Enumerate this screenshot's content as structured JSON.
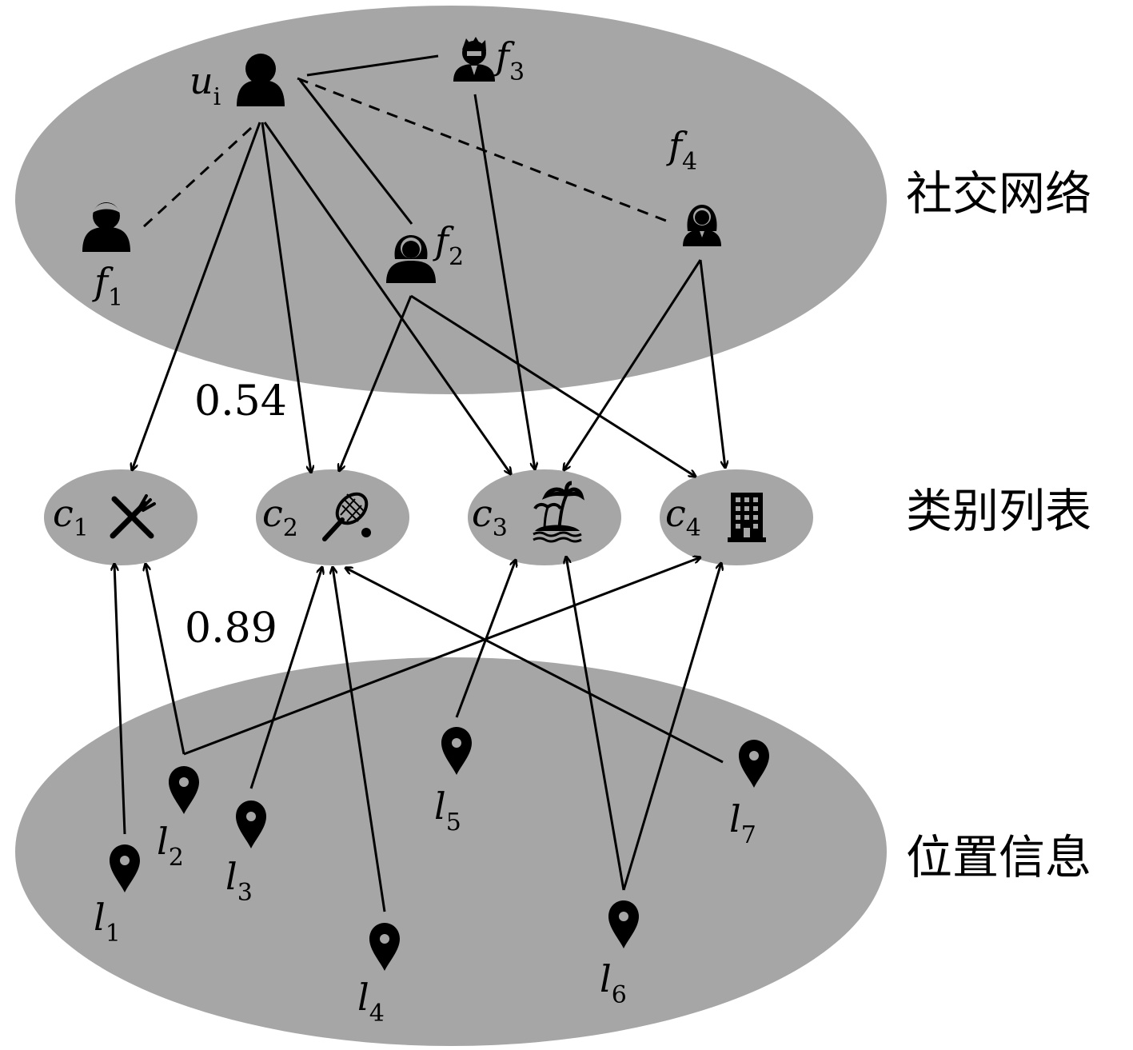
{
  "sections": {
    "social": "社交网络",
    "category": "类别列表",
    "location": "位置信息"
  },
  "nodes": {
    "user": {
      "var": "u",
      "sub": "i",
      "icon": "user-icon"
    },
    "f1": {
      "var": "f",
      "sub": "1",
      "icon": "man-icon"
    },
    "f2": {
      "var": "f",
      "sub": "2",
      "icon": "woman-icon"
    },
    "f3": {
      "var": "f",
      "sub": "3",
      "icon": "boy-icon"
    },
    "f4": {
      "var": "f",
      "sub": "4",
      "icon": "girl-icon"
    },
    "c1": {
      "var": "c",
      "sub": "1",
      "icon": "fork-knife-icon"
    },
    "c2": {
      "var": "c",
      "sub": "2",
      "icon": "tennis-racket-icon"
    },
    "c3": {
      "var": "c",
      "sub": "3",
      "icon": "palm-island-icon"
    },
    "c4": {
      "var": "c",
      "sub": "4",
      "icon": "building-icon"
    },
    "l1": {
      "var": "l",
      "sub": "1",
      "icon": "map-pin-icon"
    },
    "l2": {
      "var": "l",
      "sub": "2",
      "icon": "map-pin-icon"
    },
    "l3": {
      "var": "l",
      "sub": "3",
      "icon": "map-pin-icon"
    },
    "l4": {
      "var": "l",
      "sub": "4",
      "icon": "map-pin-icon"
    },
    "l5": {
      "var": "l",
      "sub": "5",
      "icon": "map-pin-icon"
    },
    "l6": {
      "var": "l",
      "sub": "6",
      "icon": "map-pin-icon"
    },
    "l7": {
      "var": "l",
      "sub": "7",
      "icon": "map-pin-icon"
    }
  },
  "weights": {
    "upper": "0.54",
    "lower": "0.89"
  },
  "social_edges": [
    {
      "from": "u_i",
      "to": "f_1",
      "style": "dashed"
    },
    {
      "from": "u_i",
      "to": "f_2",
      "style": "solid"
    },
    {
      "from": "u_i",
      "to": "f_3",
      "style": "solid"
    },
    {
      "from": "u_i",
      "to": "f_4",
      "style": "dashed"
    }
  ],
  "category_edges": [
    {
      "from": "u_i",
      "to": "c_1"
    },
    {
      "from": "u_i",
      "to": "c_2"
    },
    {
      "from": "u_i",
      "to": "c_3"
    },
    {
      "from": "f_2",
      "to": "c_2"
    },
    {
      "from": "f_2",
      "to": "c_4"
    },
    {
      "from": "f_3",
      "to": "c_3"
    },
    {
      "from": "f_4",
      "to": "c_3"
    },
    {
      "from": "f_4",
      "to": "c_4"
    }
  ],
  "location_edges": [
    {
      "from": "l_1",
      "to": "c_1"
    },
    {
      "from": "l_2",
      "to": "c_1"
    },
    {
      "from": "l_2",
      "to": "c_4"
    },
    {
      "from": "l_3",
      "to": "c_2"
    },
    {
      "from": "l_4",
      "to": "c_2"
    },
    {
      "from": "l_5",
      "to": "c_3"
    },
    {
      "from": "l_6",
      "to": "c_3"
    },
    {
      "from": "l_6",
      "to": "c_4"
    },
    {
      "from": "l_7",
      "to": "c_2"
    }
  ]
}
